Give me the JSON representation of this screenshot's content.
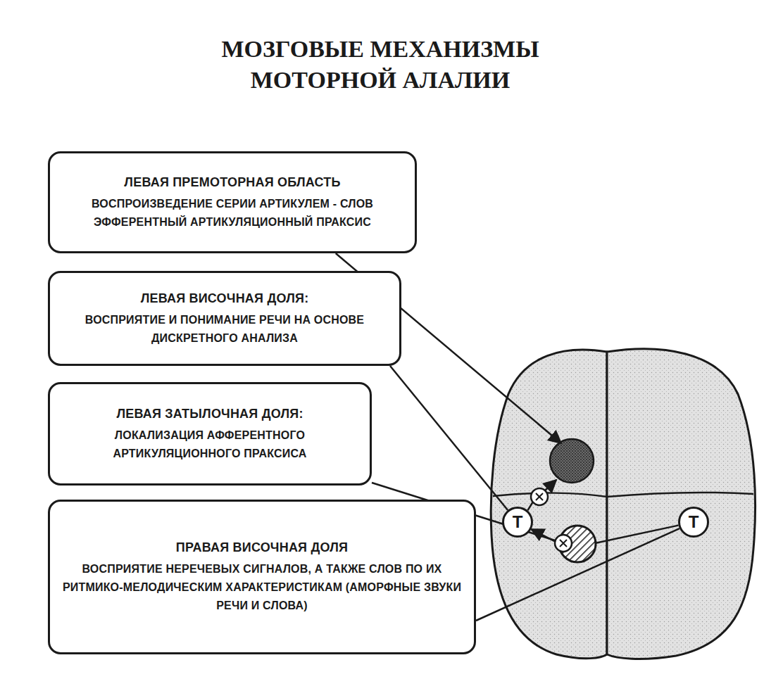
{
  "diagram": {
    "title": "МОЗГОВЫЕ МЕХАНИЗМЫ МОТОРНОЙ АЛАЛИИ",
    "nodes": [
      {
        "text": [
          "ЛЕВАЯ ПРЕМОТОРНАЯ ОБЛАСТЬ",
          "ВОСПРОИЗВЕДЕНИЕ СЕРИИ АРТИКУЛЕМ - СЛОВ ЭФФЕРЕНТНЫЙ АРТИКУЛЯЦИОННЫЙ ПРАКСИС"
        ]
      },
      {
        "text": [
          "ЛЕВАЯ ВИСОЧНАЯ ДОЛЯ:",
          "ВОСПРИЯТИЕ И ПОНИМАНИЕ РЕЧИ НА ОСНОВЕ ДИСКРЕТНОГО АНАЛИЗА"
        ]
      },
      {
        "text": [
          "ЛЕВАЯ ЗАТЫЛОЧНАЯ ДОЛЯ:",
          "ЛОКАЛИЗАЦИЯ АФФЕРЕНТНОГО АРТИКУЛЯЦИОННОГО ПРАКСИСА"
        ]
      },
      {
        "text": [
          "ПРАВАЯ ВИСОЧНАЯ ДОЛЯ",
          "ВОСПРИЯТИЕ НЕРЕЧЕВЫХ СИГНАЛОВ, А ТАКЖЕ СЛОВ ПО ИХ РИТМИКО-МЕЛОДИЧЕСКИМ ХАРАКТЕРИСТИКАМ (АМОРФНЫЕ ЗВУКИ РЕЧИ И СЛОВА)"
        ]
      },
      {
        "text": [
          "Т"
        ]
      },
      {
        "text": [
          "Т"
        ]
      }
    ],
    "edges": [
      {
        "from": 1,
        "to": 4,
        "arrow": "none"
      },
      {
        "from": 3,
        "to": 5,
        "arrow": "none"
      }
    ]
  }
}
